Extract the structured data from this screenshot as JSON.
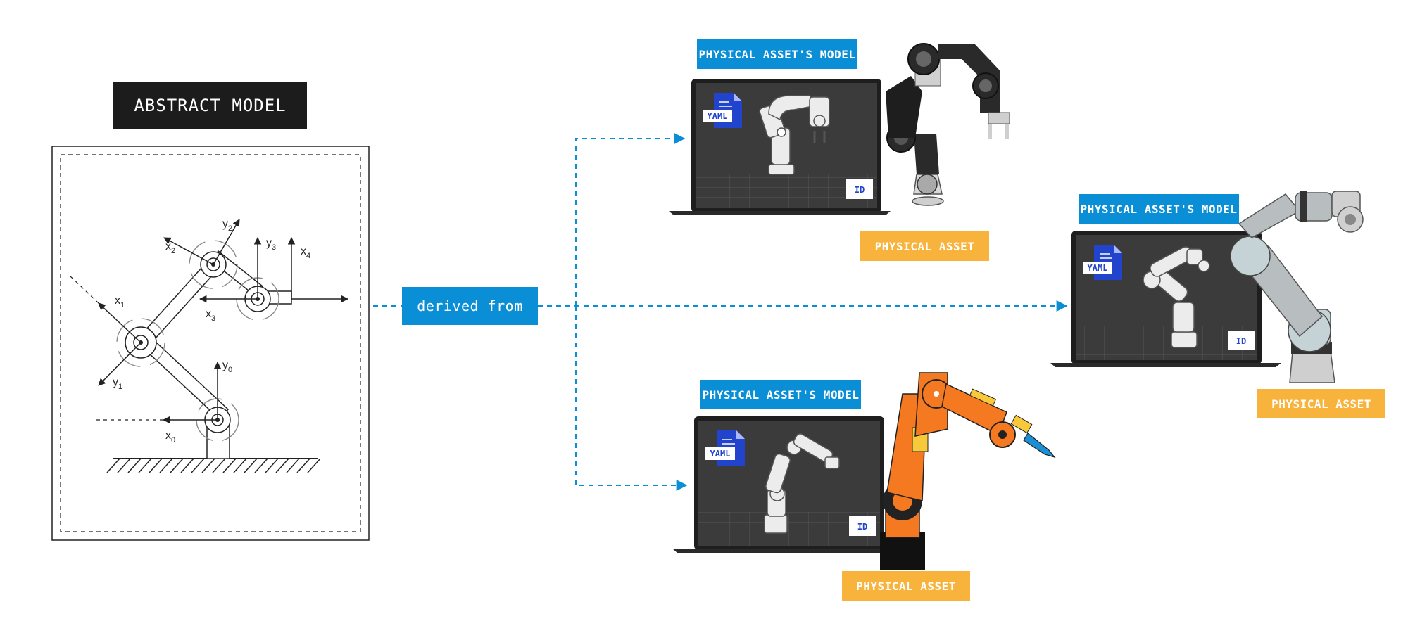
{
  "abstract": {
    "title": "ABSTRACT MODEL",
    "frames": [
      {
        "x": "x",
        "y": "y",
        "index": "0"
      },
      {
        "x": "x",
        "y": "y",
        "index": "1"
      },
      {
        "x": "x",
        "y": "y",
        "index": "2"
      },
      {
        "x": "x",
        "y": "y",
        "index": "3"
      },
      {
        "x": "x",
        "index": "4"
      }
    ]
  },
  "connector": {
    "label": "derived from"
  },
  "assets": [
    {
      "model_label": "PHYSICAL ASSET'S MODEL",
      "asset_label": "PHYSICAL ASSET",
      "file_tag": "YAML",
      "id_tag": "ID",
      "robot_color": "#2a2a2a"
    },
    {
      "model_label": "PHYSICAL ASSET'S MODEL",
      "asset_label": "PHYSICAL ASSET",
      "file_tag": "YAML",
      "id_tag": "ID",
      "robot_color": "#b8bdbf"
    },
    {
      "model_label": "PHYSICAL ASSET'S MODEL",
      "asset_label": "PHYSICAL ASSET",
      "file_tag": "YAML",
      "id_tag": "ID",
      "robot_color": "#f47920"
    }
  ],
  "colors": {
    "accent_blue": "#0a8fd6",
    "asset_orange": "#f8b33c",
    "dark": "#1c1c1c"
  }
}
